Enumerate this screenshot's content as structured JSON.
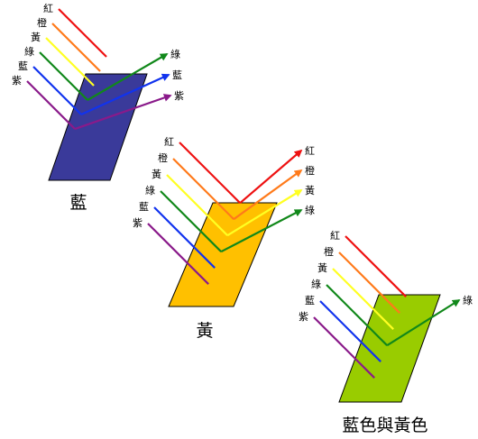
{
  "colors": {
    "red": "#ee1111",
    "orange": "#ff7a1a",
    "yellow": "#ffff22",
    "green": "#11881a",
    "blue": "#1133ee",
    "purple": "#8a1a8a"
  },
  "color_names": {
    "red": "紅",
    "orange": "橙",
    "yellow": "黃",
    "green": "綠",
    "blue": "藍",
    "purple": "紫"
  },
  "panels": {
    "blue_filter": {
      "caption": "藍",
      "fill": "#3a3a9a",
      "incoming": [
        "red",
        "orange",
        "yellow",
        "green",
        "blue",
        "purple"
      ],
      "reflected": [
        "green",
        "blue",
        "purple"
      ]
    },
    "yellow_filter": {
      "caption": "黃",
      "fill": "#ffc000",
      "incoming": [
        "red",
        "orange",
        "yellow",
        "green",
        "blue",
        "purple"
      ],
      "reflected": [
        "red",
        "orange",
        "yellow",
        "green"
      ]
    },
    "blue_yellow_filter": {
      "caption": "藍色與黃色",
      "fill": "#99cc00",
      "incoming": [
        "red",
        "orange",
        "yellow",
        "green",
        "blue",
        "purple"
      ],
      "reflected": [
        "green"
      ]
    }
  }
}
